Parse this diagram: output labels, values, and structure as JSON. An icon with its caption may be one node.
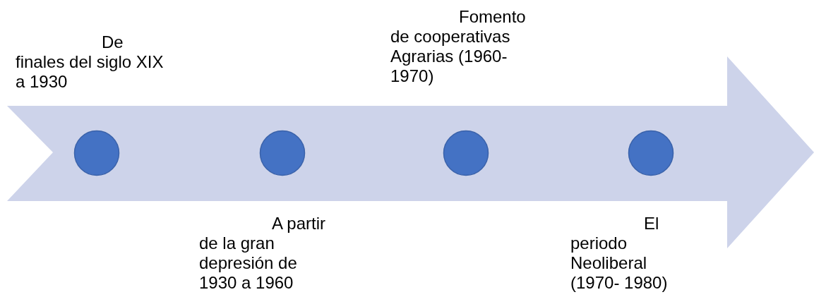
{
  "diagram": {
    "nodes": [
      {
        "text": [],
        "shape": "arrow"
      },
      {
        "text": [],
        "shape": "circle",
        "in": 0,
        "beside": [
          "De finales del siglo XIX a 1930"
        ]
      },
      {
        "text": [],
        "shape": "circle",
        "in": 0,
        "beside": [
          "A partir de la gran depresión de 1930 a 1960"
        ]
      },
      {
        "text": [],
        "shape": "circle",
        "in": 0,
        "beside": [
          "Fomento de cooperativas Agrarias (1960- 1970)"
        ]
      },
      {
        "text": [],
        "shape": "circle",
        "in": 0,
        "beside": [
          "El periodo Neoliberal (1970- 1980)"
        ]
      }
    ]
  }
}
